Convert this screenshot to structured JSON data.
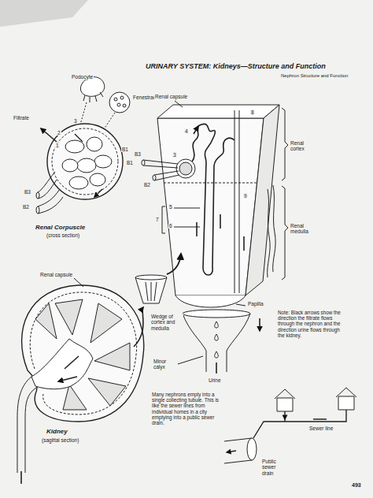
{
  "diagram": {
    "title": "URINARY SYSTEM: Kidneys—Structure and Function",
    "labels": [
      "Nephron Structure and Function",
      "Podocyte",
      "Fenestrae",
      "Filtrate",
      "3",
      "2",
      "1",
      "B1",
      "B3",
      "B2",
      "Renal Corpuscle",
      "(cross section)",
      "Renal capsule",
      "B3",
      "3",
      "B1",
      "B2",
      "4",
      "8",
      "9",
      "5",
      "7",
      "6",
      "Renal cortex",
      "Renal medulla",
      "Renal capsule",
      "Papilla",
      "Wedge of cortex and medulla",
      "Minor calyx",
      "Urine",
      "Note: Black arrows show the direction the filtrate flows through the nephron and the direction urine flows through the kidney.",
      "Kidney",
      "(sagittal section)",
      "Many nephrons empty into a single collecting tubule. This is like the sewer lines from individual homes in a city emptying into a public sewer drain.",
      "Sewer line",
      "Public sewer drain",
      "493"
    ]
  }
}
